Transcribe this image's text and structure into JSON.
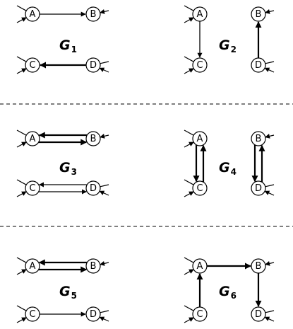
{
  "graphs": [
    {
      "id": "g1",
      "label_main": "G",
      "label_sub": "1",
      "nodes": [
        {
          "id": "A",
          "label": "A"
        },
        {
          "id": "B",
          "label": "B"
        },
        {
          "id": "C",
          "label": "C"
        },
        {
          "id": "D",
          "label": "D"
        }
      ],
      "edges": [
        {
          "from": "A",
          "to": "B",
          "weight": "thin"
        },
        {
          "from": "D",
          "to": "C",
          "weight": "thick"
        }
      ]
    },
    {
      "id": "g2",
      "label_main": "G",
      "label_sub": "2",
      "nodes": [
        {
          "id": "A",
          "label": "A"
        },
        {
          "id": "B",
          "label": "B"
        },
        {
          "id": "C",
          "label": "C"
        },
        {
          "id": "D",
          "label": "D"
        }
      ],
      "edges": [
        {
          "from": "A",
          "to": "C",
          "weight": "thin"
        },
        {
          "from": "D",
          "to": "B",
          "weight": "thick"
        }
      ]
    },
    {
      "id": "g3",
      "label_main": "G",
      "label_sub": "3",
      "nodes": [
        {
          "id": "A",
          "label": "A"
        },
        {
          "id": "B",
          "label": "B"
        },
        {
          "id": "C",
          "label": "C"
        },
        {
          "id": "D",
          "label": "D"
        }
      ],
      "edges": [
        {
          "from": "A",
          "to": "B",
          "weight": "thick"
        },
        {
          "from": "B",
          "to": "A",
          "weight": "thick"
        },
        {
          "from": "C",
          "to": "D",
          "weight": "thin"
        },
        {
          "from": "D",
          "to": "C",
          "weight": "thin"
        }
      ]
    },
    {
      "id": "g4",
      "label_main": "G",
      "label_sub": "4",
      "nodes": [
        {
          "id": "A",
          "label": "A"
        },
        {
          "id": "B",
          "label": "B"
        },
        {
          "id": "C",
          "label": "C"
        },
        {
          "id": "D",
          "label": "D"
        }
      ],
      "edges": [
        {
          "from": "A",
          "to": "C",
          "weight": "thick"
        },
        {
          "from": "C",
          "to": "A",
          "weight": "thick"
        },
        {
          "from": "B",
          "to": "D",
          "weight": "thick"
        },
        {
          "from": "D",
          "to": "B",
          "weight": "thick"
        }
      ]
    },
    {
      "id": "g5",
      "label_main": "G",
      "label_sub": "5",
      "nodes": [
        {
          "id": "A",
          "label": "A"
        },
        {
          "id": "B",
          "label": "B"
        },
        {
          "id": "C",
          "label": "C"
        },
        {
          "id": "D",
          "label": "D"
        }
      ],
      "edges": [
        {
          "from": "A",
          "to": "B",
          "weight": "thick"
        },
        {
          "from": "B",
          "to": "A",
          "weight": "thick"
        },
        {
          "from": "C",
          "to": "D",
          "weight": "thin"
        }
      ]
    },
    {
      "id": "g6",
      "label_main": "G",
      "label_sub": "6",
      "nodes": [
        {
          "id": "A",
          "label": "A"
        },
        {
          "id": "B",
          "label": "B"
        },
        {
          "id": "C",
          "label": "C"
        },
        {
          "id": "D",
          "label": "D"
        }
      ],
      "edges": [
        {
          "from": "A",
          "to": "B",
          "weight": "thick"
        },
        {
          "from": "B",
          "to": "D",
          "weight": "thick"
        },
        {
          "from": "C",
          "to": "A",
          "weight": "thick"
        }
      ]
    }
  ]
}
